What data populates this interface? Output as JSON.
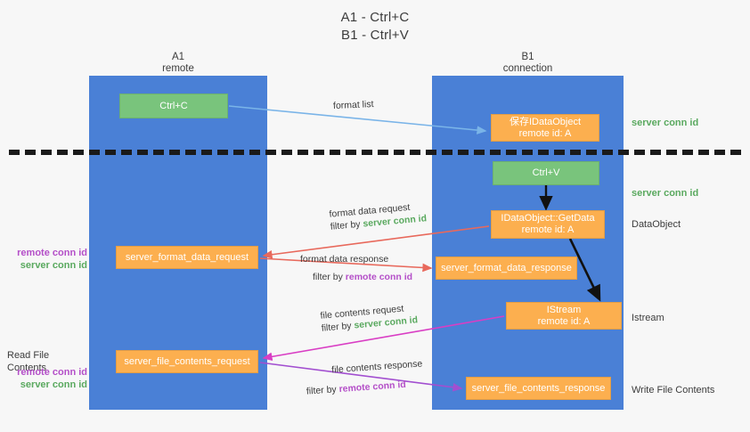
{
  "title": {
    "line1": "A1 - Ctrl+C",
    "line2": "B1 - Ctrl+V"
  },
  "lanes": {
    "a": {
      "title": "A1",
      "subtitle": "remote"
    },
    "b": {
      "title": "B1",
      "subtitle": "connection"
    }
  },
  "boxes": {
    "ctrl_c": {
      "line1": "Ctrl+C",
      "color": "#79c47c"
    },
    "save_idataobject": {
      "line1": "保存IDataObject",
      "line2": "remote id: A",
      "color": "#fcaf4f"
    },
    "ctrl_v": {
      "line1": "Ctrl+V",
      "color": "#79c47c"
    },
    "getdata": {
      "line1": "IDataObject::GetData",
      "line2": "remote id: A",
      "color": "#fcaf4f"
    },
    "server_format_data_request": {
      "line1": "server_format_data_request",
      "color": "#fcaf4f"
    },
    "server_format_data_response": {
      "line1": "server_format_data_response",
      "color": "#fcaf4f"
    },
    "istream": {
      "line1": "IStream",
      "line2": "remote id: A",
      "color": "#fcaf4f"
    },
    "server_file_contents_request": {
      "line1": "server_file_contents_request",
      "color": "#fcaf4f"
    },
    "server_file_contents_response": {
      "line1": "server_file_contents_response",
      "color": "#fcaf4f"
    }
  },
  "arrow_labels": {
    "format_list": "format list",
    "format_data_request": "format data request",
    "format_data_request_filter_prefix": "filter by ",
    "format_data_request_filter_key": "server conn id",
    "format_data_response": "format data response",
    "format_data_response_filter_prefix": "filter by ",
    "format_data_response_filter_key": "remote conn id",
    "file_contents_request": "file contents request",
    "file_contents_request_filter_prefix": "filter by ",
    "file_contents_request_filter_key": "server conn id",
    "file_contents_response": "file contents response",
    "file_contents_response_filter_prefix": "filter by ",
    "file_contents_response_filter_key": "remote conn id"
  },
  "side_notes": {
    "server_conn_id_1": "server conn id",
    "server_conn_id_2": "server conn id",
    "dataobject": "DataObject",
    "istream": "Istream",
    "write_file_contents": "Write File Contents",
    "read_file_contents": "Read File Contents",
    "remote_conn_id_1": "remote conn id",
    "server_conn_id_left_1": "server conn id",
    "remote_conn_id_2": "remote conn id",
    "server_conn_id_left_2": "server conn id"
  },
  "colors": {
    "lane": "#4a80d6",
    "green_box": "#79c47c",
    "orange_box": "#fcaf4f",
    "green_text": "#5aa95f",
    "purple_text": "#b44fc8",
    "blue_arrow": "#7ab4e8",
    "red_arrow": "#e8695c",
    "magenta_arrow": "#d93ec4",
    "purple_arrow": "#a24fd0",
    "black_arrow": "#111111",
    "background": "#f7f7f7"
  }
}
